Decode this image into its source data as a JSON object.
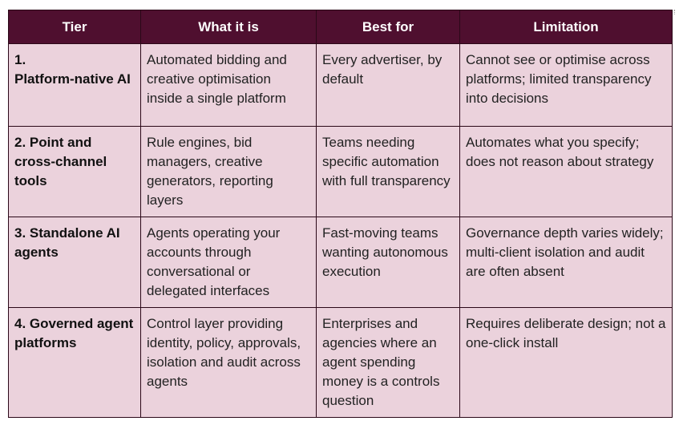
{
  "table": {
    "headers": [
      "Tier",
      "What it is",
      "Best for",
      "Limitation"
    ],
    "rows": [
      {
        "tier": "1.\nPlatform-native AI",
        "what": "Automated bidding and creative optimisation inside a single platform",
        "best": "Every advertiser, by default",
        "limitation": "Cannot see or optimise across platforms; limited transparency into decisions"
      },
      {
        "tier": "2. Point and cross-channel tools",
        "what": "Rule engines, bid managers, creative generators, reporting layers",
        "best": "Teams needing specific automation with full transparency",
        "limitation": "Automates what you specify; does not reason about strategy"
      },
      {
        "tier": "3. Standalone AI agents",
        "what": "Agents operating your accounts through conversational or delegated interfaces",
        "best": "Fast-moving teams wanting autonomous execution",
        "limitation": "Governance depth varies widely; multi-client isolation and audit are often absent"
      },
      {
        "tier": "4. Governed agent platforms",
        "what": "Control layer providing identity, policy, approvals, isolation and audit across agents",
        "best": "Enterprises and agencies where an agent spending money is a controls question",
        "limitation": "Requires deliberate design; not a one-click install"
      }
    ]
  }
}
